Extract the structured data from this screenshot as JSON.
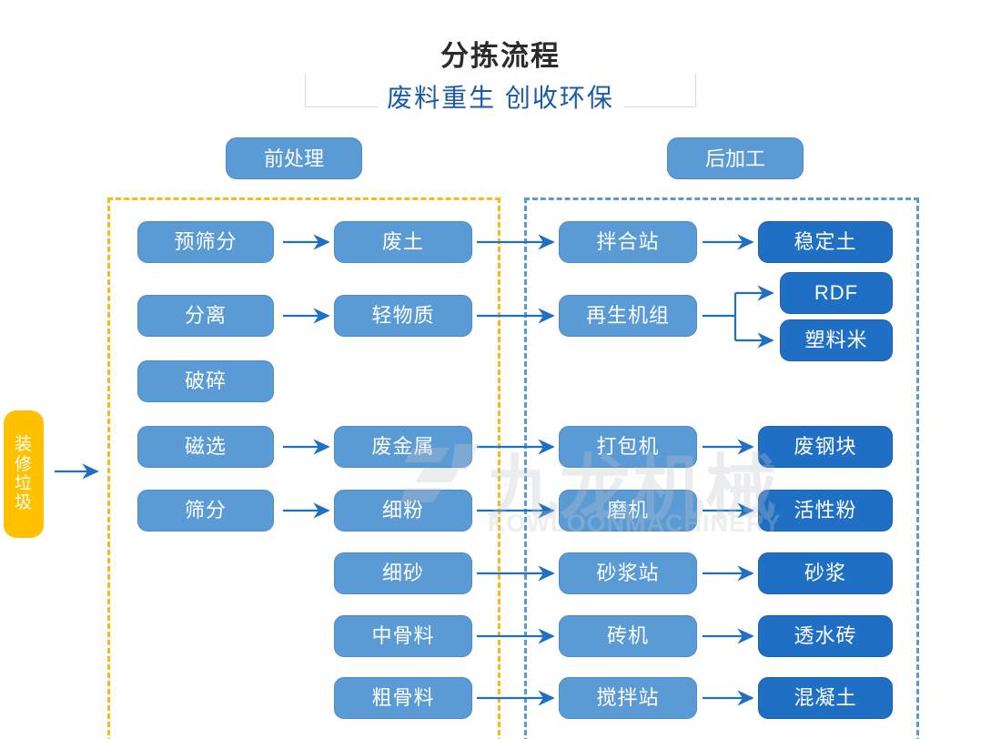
{
  "header": {
    "title": "分拣流程",
    "subtitle": "废料重生 创收环保"
  },
  "sections": {
    "pre": {
      "badge": "前处理",
      "frame_color": "#fdb913"
    },
    "post": {
      "badge": "后加工",
      "frame_color": "#5b9bd5"
    }
  },
  "input": {
    "label": "装修垃圾"
  },
  "colors": {
    "process_box": "#5b9bd5",
    "output_box": "#1f6fc4",
    "input_box": "#ffc000",
    "arrow": "#1f6fc4",
    "title_text": "#2b2b2b",
    "subtitle_text": "#1a5aa8"
  },
  "nodes": {
    "pre_ops": [
      {
        "label": "预筛分"
      },
      {
        "label": "分离"
      },
      {
        "label": "破碎"
      },
      {
        "label": "磁选"
      },
      {
        "label": "筛分"
      }
    ],
    "materials": [
      {
        "label": "废土"
      },
      {
        "label": "轻物质"
      },
      {
        "label": "废金属"
      },
      {
        "label": "细粉"
      },
      {
        "label": "细砂"
      },
      {
        "label": "中骨料"
      },
      {
        "label": "粗骨料"
      }
    ],
    "machines": [
      {
        "label": "拌合站"
      },
      {
        "label": "再生机组"
      },
      {
        "label": "打包机"
      },
      {
        "label": "磨机"
      },
      {
        "label": "砂浆站"
      },
      {
        "label": "砖机"
      },
      {
        "label": "搅拌站"
      }
    ],
    "products": [
      {
        "label": "稳定土"
      },
      {
        "label": "RDF"
      },
      {
        "label": "塑料米"
      },
      {
        "label": "废钢块"
      },
      {
        "label": "活性粉"
      },
      {
        "label": "砂浆"
      },
      {
        "label": "透水砖"
      },
      {
        "label": "混凝土"
      }
    ]
  },
  "watermark": {
    "cn": "九龙机械",
    "en": "KOWLOONMACHINERY"
  }
}
